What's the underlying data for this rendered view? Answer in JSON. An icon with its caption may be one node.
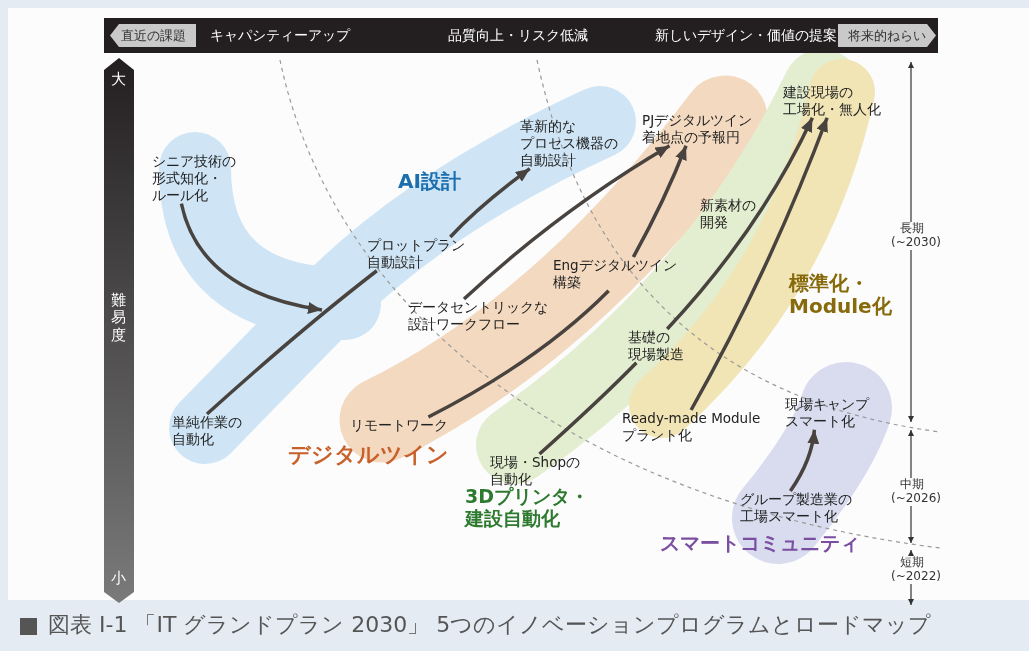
{
  "diagram": {
    "caption": "図表 I-1 「IT グランドプラン 2030」 5つのイノベーションプログラムとロードマップ",
    "nodes": [
      {
        "text": [
          "AI設計"
        ]
      },
      {
        "text": [
          "デジタルツイン"
        ]
      },
      {
        "text": [
          "3Dプリンタ・建設自動化"
        ]
      },
      {
        "text": [
          "標準化・Module化"
        ]
      },
      {
        "text": [
          "スマートコミュニティ"
        ]
      },
      {
        "text": [
          "シニア技術の形式知化・ルール化"
        ]
      },
      {
        "text": [
          "単純作業の自動化"
        ]
      },
      {
        "text": [
          "プロットプラン自動設計"
        ]
      },
      {
        "text": [
          "革新的なプロセス機器の自動設計"
        ]
      },
      {
        "text": [
          "データセントリックな設計ワークフロー"
        ]
      },
      {
        "text": [
          "リモートワーク"
        ]
      },
      {
        "text": [
          "Engデジタルツイン構築"
        ]
      },
      {
        "text": [
          "PJデジタルツイン着地点の予報円"
        ]
      },
      {
        "text": [
          "新素材の開発"
        ]
      },
      {
        "text": [
          "現場・Shopの自動化"
        ]
      },
      {
        "text": [
          "基礎の現場製造"
        ]
      },
      {
        "text": [
          "Ready-made Module プラント化"
        ]
      },
      {
        "text": [
          "建設現場の工場化・無人化"
        ]
      },
      {
        "text": [
          "グループ製造業の工場スマート化"
        ]
      },
      {
        "text": [
          "現場キャンプスマート化"
        ]
      }
    ],
    "edges": [
      {
        "from": 5,
        "to": null,
        "arrow": "to"
      },
      {
        "from": 6,
        "to": 7,
        "arrow": "none"
      },
      {
        "from": 7,
        "to": 8,
        "arrow": "to"
      },
      {
        "from": 9,
        "to": 12,
        "arrow": "to"
      },
      {
        "from": 10,
        "to": 11,
        "arrow": "none"
      },
      {
        "from": 11,
        "to": 12,
        "arrow": "to"
      },
      {
        "from": 14,
        "to": 15,
        "arrow": "none"
      },
      {
        "from": 15,
        "to": 17,
        "arrow": "to"
      },
      {
        "from": 16,
        "to": 17,
        "arrow": "to"
      },
      {
        "from": 18,
        "to": 19,
        "arrow": "to"
      }
    ],
    "labels": [
      "直近の課題",
      "キャパシティーアップ",
      "品質向上・リスク低減",
      "新しいデザイン・価値の提案",
      "将来的ねらい",
      "大",
      "長期 (~2030)",
      "難易度",
      "中期 (~2026)",
      "短期 (~2022)",
      "小"
    ]
  }
}
